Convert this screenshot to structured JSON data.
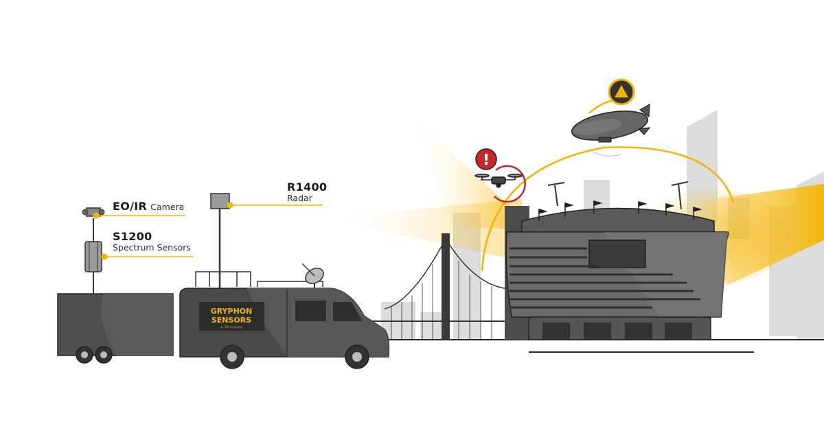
{
  "labels": {
    "eoir": {
      "code": "EO/IR",
      "desc": "Camera"
    },
    "s1200": {
      "code": "S1200",
      "desc": "Spectrum Sensors"
    },
    "r1400": {
      "code": "R1400",
      "desc": "Radar"
    }
  },
  "van_logo": {
    "line1": "GRYPHON",
    "line2": "SENSORS",
    "tagline": "an SRCcompany"
  },
  "colors": {
    "accent": "#f4b400",
    "alert_red": "#c62828",
    "vehicle_dark": "#4a4a4a",
    "building_gray": "#6b6b6b",
    "skyline_light": "#d9d9d9"
  },
  "icons": {
    "drone_alert": "exclamation-icon",
    "blimp_status": "warning-triangle-icon"
  }
}
